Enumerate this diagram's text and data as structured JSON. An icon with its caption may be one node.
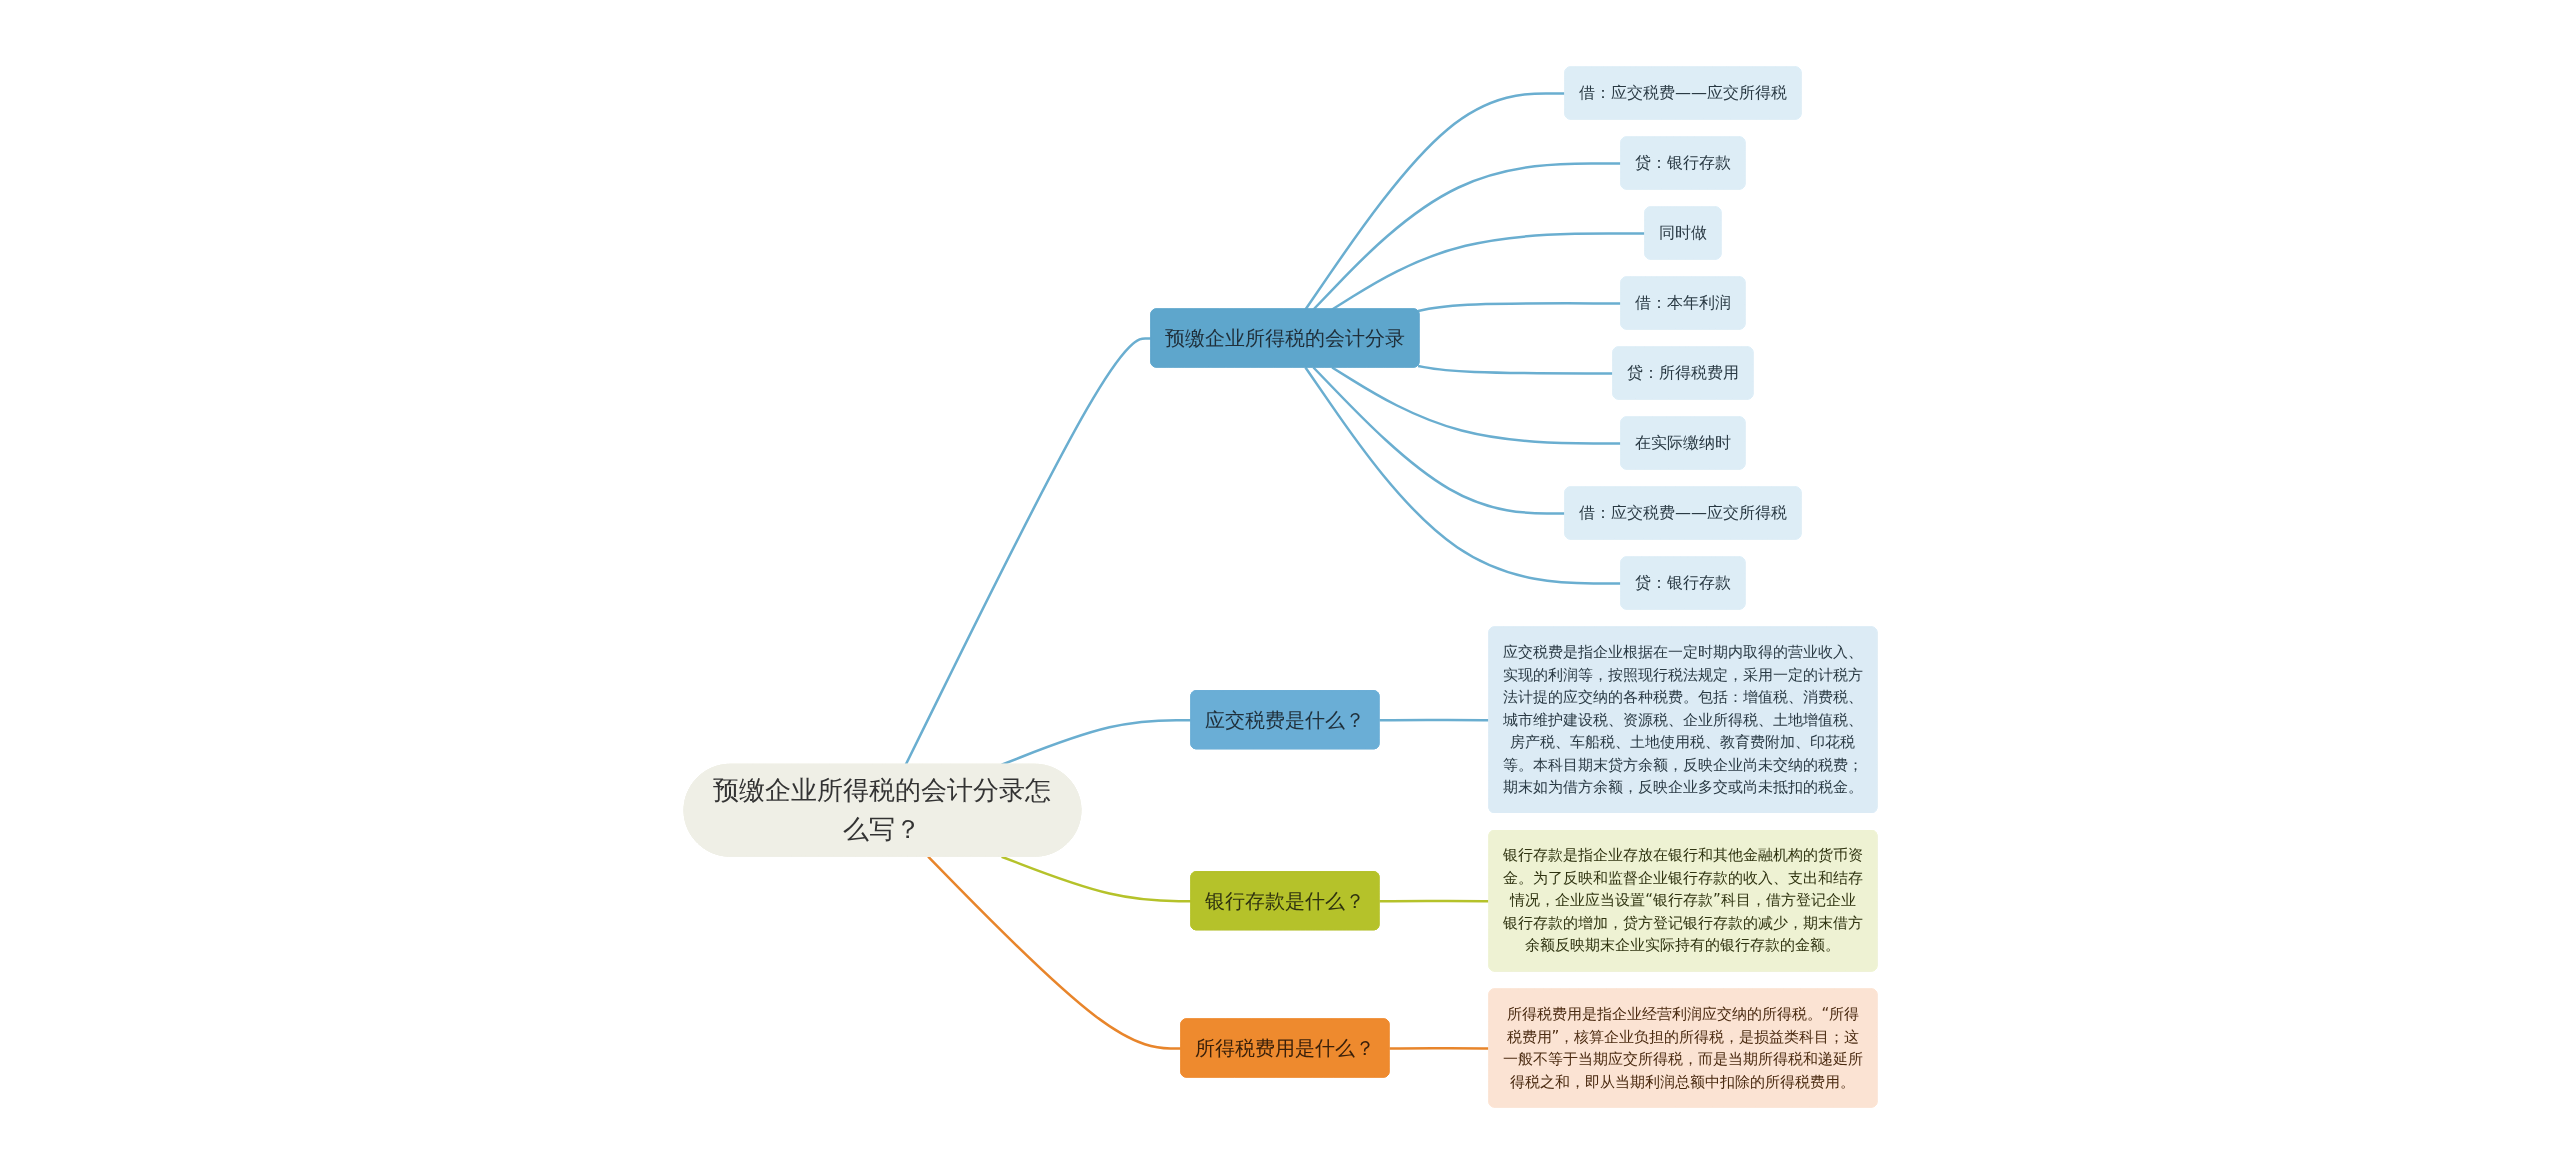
{
  "diagram": {
    "nodes": [
      {
        "text": [
          "预缴企业所得税的会计分录怎么写？"
        ]
      },
      {
        "text": [
          "预缴企业所得税的会计分录"
        ]
      },
      {
        "text": [
          "借：应交税费——应交所得税"
        ]
      },
      {
        "text": [
          "贷：银行存款"
        ]
      },
      {
        "text": [
          "同时做"
        ]
      },
      {
        "text": [
          "借：本年利润"
        ]
      },
      {
        "text": [
          "贷：所得税费用"
        ]
      },
      {
        "text": [
          "在实际缴纳时"
        ]
      },
      {
        "text": [
          "借：应交税费——应交所得税"
        ]
      },
      {
        "text": [
          "贷：银行存款"
        ]
      },
      {
        "text": [
          "应交税费是什么？"
        ]
      },
      {
        "text": [
          "应交税费是指企业根据在一定时期内取得的营业收入、实现的利润等，按照现行税法规定，采用一定的计税方法计提的应交纳的各种税费。包括：增值税、消费税、城市维护建设税、资源税、企业所得税、土地增值税、房产税、车船税、土地使用税、教育费附加、印花税等。本科目期末贷方余额，反映企业尚未交纳的税费；期末如为借方余额，反映企业多交或尚未抵扣的税金。"
        ]
      },
      {
        "text": [
          "银行存款是什么？"
        ]
      },
      {
        "text": [
          "银行存款是指企业存放在银行和其他金融机构的货币资金。为了反映和监督企业银行存款的收入、支出和结存情况，企业应当设置“银行存款”科目，借方登记企业银行存款的增加，贷方登记银行存款的减少，期末借方余额反映期末企业实际持有的银行存款的金额。"
        ]
      },
      {
        "text": [
          "所得税费用是什么？"
        ]
      },
      {
        "text": [
          "所得税费用是指企业经营利润应交纳的所得税。“所得税费用”，核算企业负担的所得税，是损益类科目；这一般不等于当期应交所得税，而是当期所得税和递延所得税之和，即从当期利润总额中扣除的所得税费用。"
        ]
      }
    ],
    "edges": [
      {
        "from": 0,
        "to": 1,
        "arrow": "none"
      },
      {
        "from": 1,
        "to": 2,
        "arrow": "none"
      },
      {
        "from": 1,
        "to": 3,
        "arrow": "none"
      },
      {
        "from": 1,
        "to": 4,
        "arrow": "none"
      },
      {
        "from": 1,
        "to": 5,
        "arrow": "none"
      },
      {
        "from": 1,
        "to": 6,
        "arrow": "none"
      },
      {
        "from": 1,
        "to": 7,
        "arrow": "none"
      },
      {
        "from": 1,
        "to": 8,
        "arrow": "none"
      },
      {
        "from": 1,
        "to": 9,
        "arrow": "none"
      },
      {
        "from": 0,
        "to": 10,
        "arrow": "none"
      },
      {
        "from": 10,
        "to": 11,
        "arrow": "none"
      },
      {
        "from": 0,
        "to": 12,
        "arrow": "none",
        "color": "#b5c22a"
      },
      {
        "from": 12,
        "to": 13,
        "arrow": "none",
        "color": "#b5c22a"
      },
      {
        "from": 0,
        "to": 14,
        "arrow": "none",
        "color": "#e8852b"
      },
      {
        "from": 14,
        "to": 15,
        "arrow": "none",
        "color": "#e8852b"
      }
    ]
  }
}
